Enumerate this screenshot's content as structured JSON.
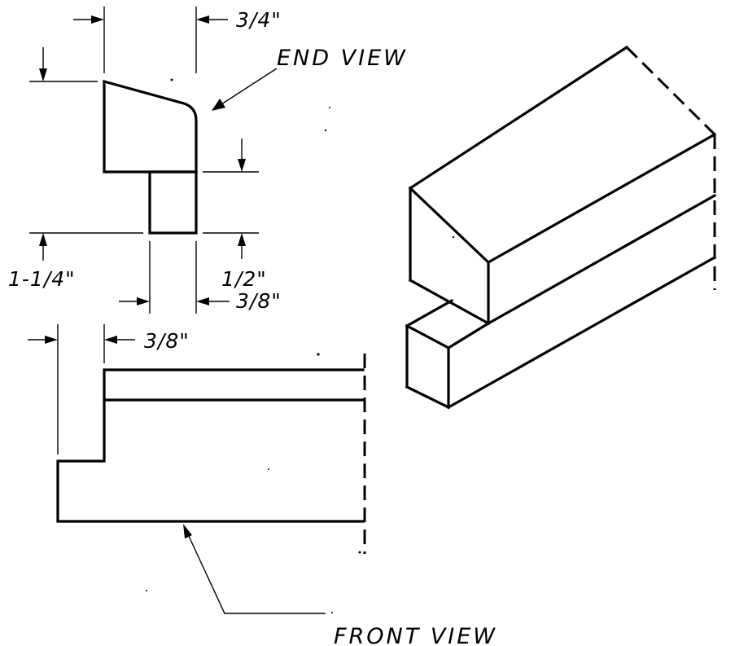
{
  "end_view": {
    "label": "END VIEW",
    "dims": {
      "top_width": "3/4\"",
      "total_height": "1-1/4\"",
      "tongue_height": "1/2\"",
      "tongue_width": "3/8\""
    }
  },
  "front_view": {
    "label": "FRONT VIEW",
    "dims": {
      "offset": "3/8\""
    }
  }
}
